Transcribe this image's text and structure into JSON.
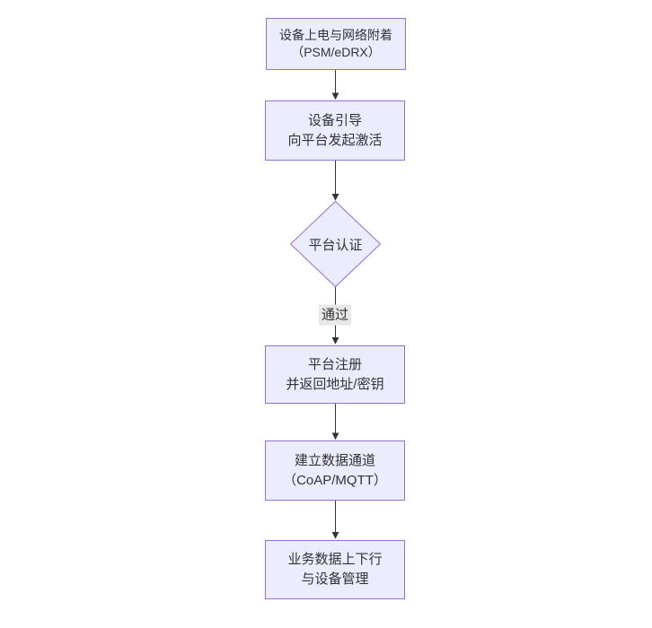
{
  "diagram": {
    "type": "flowchart",
    "direction": "top-down",
    "colors": {
      "background": "#ffffff",
      "node_fill": "#ececff",
      "node_border": "#9370db",
      "text_color": "#333333",
      "edge_color": "#333333",
      "edge_label_bg": "#e8e8e8"
    },
    "nodes": [
      {
        "id": "attach",
        "shape": "rect",
        "lines": [
          "设备上电与网络附着",
          "（PSM/eDRX）"
        ]
      },
      {
        "id": "bootstrap",
        "shape": "rect",
        "lines": [
          "设备引导",
          "向平台发起激活"
        ]
      },
      {
        "id": "auth",
        "shape": "diamond",
        "lines": [
          "平台认证"
        ]
      },
      {
        "id": "register",
        "shape": "rect",
        "lines": [
          "平台注册",
          "并返回地址/密钥"
        ]
      },
      {
        "id": "channel",
        "shape": "rect",
        "lines": [
          "建立数据通道",
          "（CoAP/MQTT）"
        ]
      },
      {
        "id": "business",
        "shape": "rect",
        "lines": [
          "业务数据上下行",
          "与设备管理"
        ]
      }
    ],
    "edges": [
      {
        "from": "attach",
        "to": "bootstrap",
        "label": ""
      },
      {
        "from": "bootstrap",
        "to": "auth",
        "label": ""
      },
      {
        "from": "auth",
        "to": "register",
        "label": "通过"
      },
      {
        "from": "register",
        "to": "channel",
        "label": ""
      },
      {
        "from": "channel",
        "to": "business",
        "label": ""
      }
    ]
  }
}
